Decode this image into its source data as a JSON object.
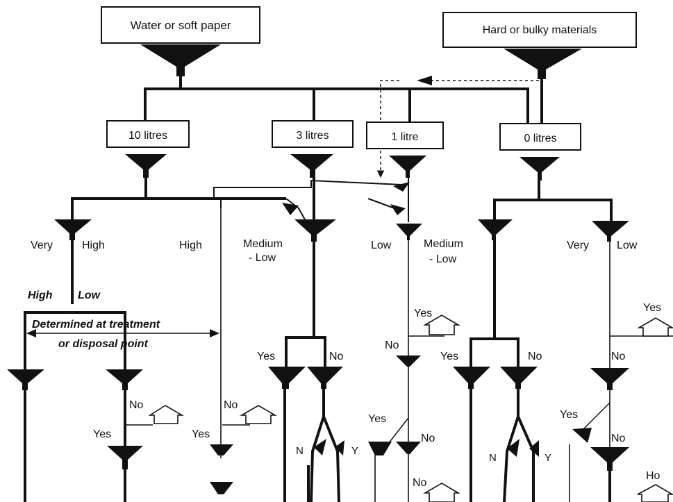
{
  "sources": {
    "water": "Water or soft paper",
    "hard": "Hard or bulky materials"
  },
  "volumes": {
    "v10": "10 litres",
    "v3": "3 litres",
    "v1": "1 litre",
    "v0": "0 litres"
  },
  "levels": {
    "very": "Very",
    "high_a": "High",
    "high_b": "High",
    "medium_low_1_a": "Medium",
    "medium_low_1_b": "- Low",
    "low_1": "Low",
    "medium_low_2_a": "Medium",
    "medium_low_2_b": "- Low",
    "very_2": "Very",
    "low_2": "Low",
    "high_split": "High",
    "low_split": "Low"
  },
  "treatment": {
    "line1": "Determined at treatment",
    "line2": "or disposal point"
  },
  "answers": {
    "yes": "Yes",
    "no": "No",
    "n": "N",
    "y": "Y",
    "ho": "Ho"
  }
}
